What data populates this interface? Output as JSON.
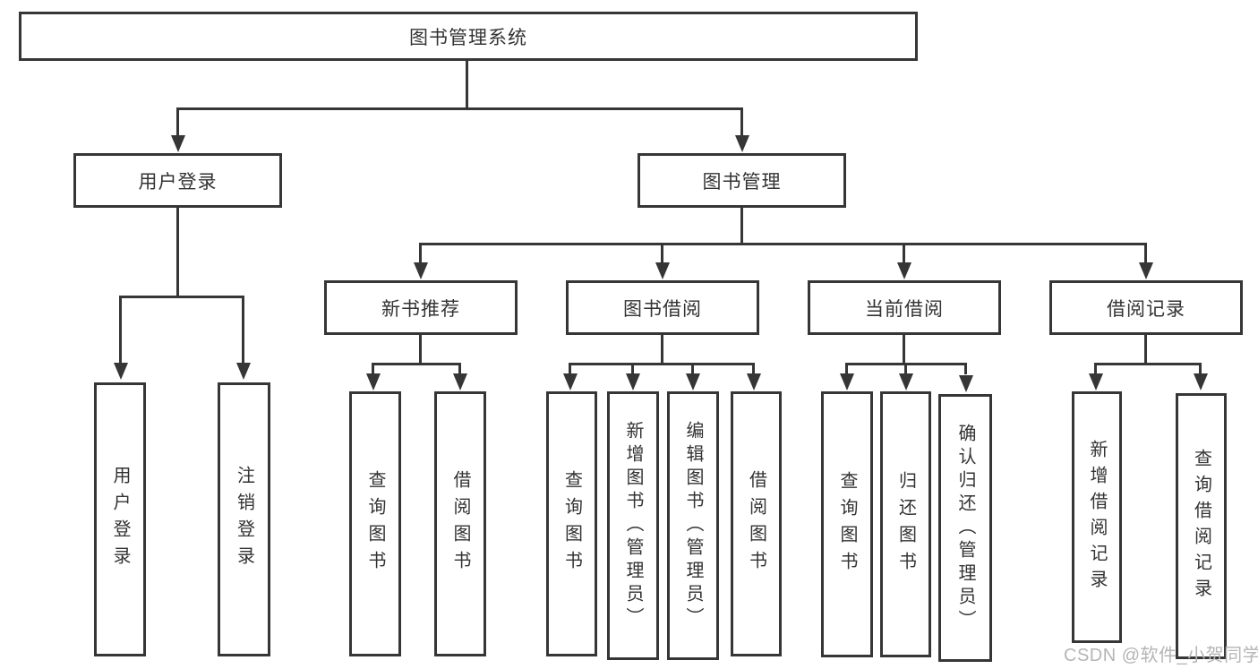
{
  "colors": {
    "line": "#363636",
    "text": "#333333",
    "watermark": "#b5b5b5",
    "background": "#ffffff"
  },
  "diagram": {
    "root_label": "图书管理系统",
    "branches": [
      {
        "label": "用户登录",
        "children": [
          {
            "label": "用户登录"
          },
          {
            "label": "注销登录"
          }
        ]
      },
      {
        "label": "图书管理",
        "children": [
          {
            "label": "新书推荐",
            "children": [
              {
                "label": "查询图书"
              },
              {
                "label": "借阅图书"
              }
            ]
          },
          {
            "label": "图书借阅",
            "children": [
              {
                "label": "查询图书"
              },
              {
                "label": "新增图书（管理员）"
              },
              {
                "label": "编辑图书（管理员）"
              },
              {
                "label": "借阅图书"
              }
            ]
          },
          {
            "label": "当前借阅",
            "children": [
              {
                "label": "查询图书"
              },
              {
                "label": "归还图书"
              },
              {
                "label": "确认归还（管理员）"
              }
            ]
          },
          {
            "label": "借阅记录",
            "children": [
              {
                "label": "新增借阅记录"
              },
              {
                "label": "查询借阅记录"
              }
            ]
          }
        ]
      }
    ]
  },
  "watermark": {
    "text": "CSDN @软件_小贺同学"
  }
}
